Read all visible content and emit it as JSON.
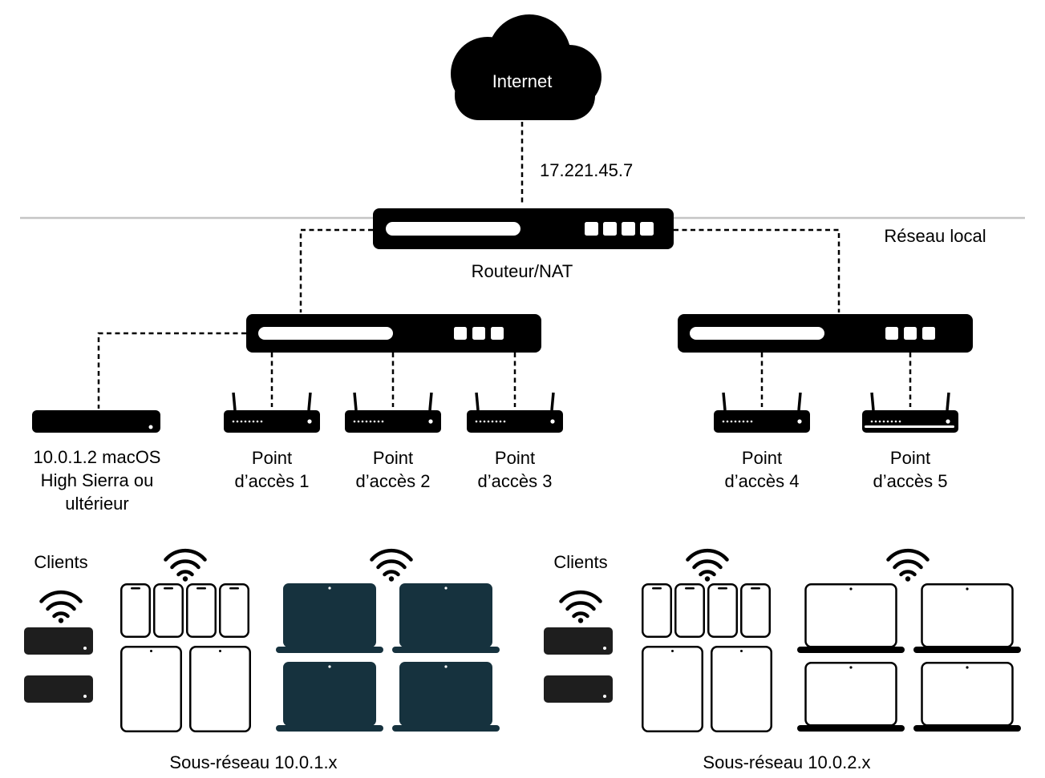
{
  "diagram": {
    "internet_label": "Internet",
    "wan_ip": "17.221.45.7",
    "local_network_label": "Réseau local",
    "router_label": "Routeur/NAT",
    "server_label": "10.0.1.2 macOS\nHigh Sierra ou\nultérieur",
    "access_points": [
      {
        "label": "Point\nd’accès 1"
      },
      {
        "label": "Point\nd’accès 2"
      },
      {
        "label": "Point\nd’accès 3"
      },
      {
        "label": "Point\nd’accès 4"
      },
      {
        "label": "Point\nd’accès 5"
      }
    ],
    "subnet_left": {
      "clients_label": "Clients",
      "subnet_label": "Sous-réseau 10.0.1.x"
    },
    "subnet_right": {
      "clients_label": "Clients",
      "subnet_label": "Sous-réseau 10.0.2.x"
    },
    "colors": {
      "device": "#000000",
      "laptop_dark": "#16323e",
      "divider": "#c5c5c5"
    }
  }
}
